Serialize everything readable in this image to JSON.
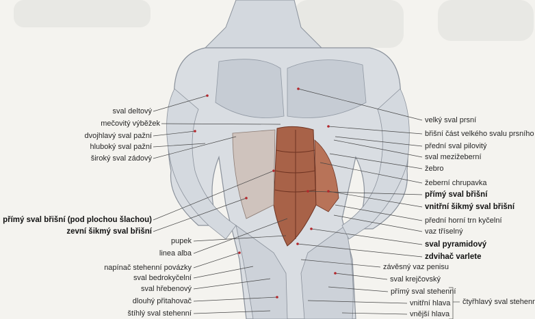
{
  "labels_left": [
    "sval deltový",
    "mečovitý výběžek",
    "dvojhlavý sval pažní",
    "hluboký sval pažní",
    "široký sval zádový",
    "přímý sval břišní (pod plochou šlachou)",
    "zevní šikmý sval břišní",
    "pupek",
    "linea alba",
    "napínač stehenní povázky",
    "sval bedrokyčelní",
    "sval hřebenový",
    "dlouhý přitahovač",
    "štíhlý sval stehenní"
  ],
  "labels_right": [
    "velký sval prsní",
    "břišní část velkého svalu prsního",
    "přední sval pilovitý",
    "sval mezižeberní",
    "žebro",
    "žeberní chrupavka",
    "přímý sval břišní",
    "vnitřní šikmý sval břišní",
    "přední horní trn kyčelní",
    "vaz tříselný",
    "sval pyramidový",
    "zdvihač varlete",
    "závěsný vaz penisu",
    "sval krejčovský",
    "přímý sval stehenní",
    "vnitřní hlava",
    "vnější hlava"
  ],
  "group_label": "čtyřhlavý sval stehenní",
  "colors": {
    "skin": "#d9dde2",
    "skin_shade": "#aab1bb",
    "muscle": "#a86248",
    "muscle_dark": "#7a3b28",
    "line": "#444444",
    "dot": "#b3262b"
  }
}
